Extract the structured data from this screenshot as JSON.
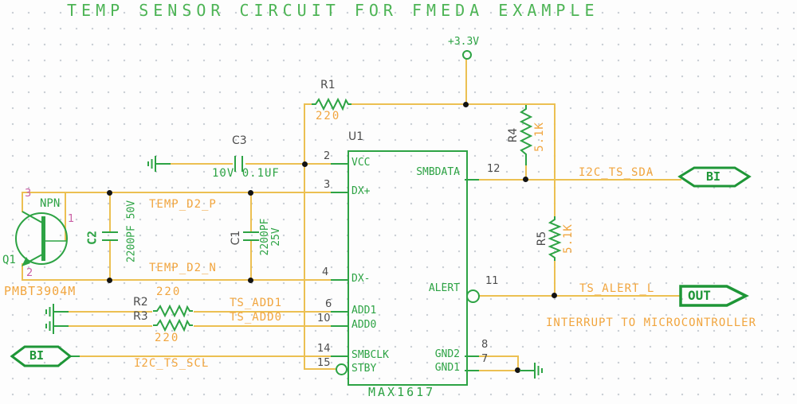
{
  "title": "TEMP SENSOR CIRCUIT FOR FMEDA EXAMPLE",
  "note": "INTERRUPT TO MICROCONTROLLER",
  "power": {
    "net": "+3.3V"
  },
  "colors": {
    "component_green": "#2da344",
    "title_green": "#4db455",
    "wire_gold": "#ecc052",
    "net_label_orange": "#f1a53e",
    "pin_number_magenta": "#c95fa5",
    "ref_gray": "#4c4c4c",
    "junction_black": "#131313"
  },
  "transistor": {
    "ref": "Q1",
    "type": "NPN",
    "part": "PMBT3904M",
    "pins": {
      "collector": "3",
      "base": "1",
      "emitter": "2"
    }
  },
  "capacitors": [
    {
      "ref": "C3",
      "value": "10V 0.1UF"
    },
    {
      "ref": "C2",
      "value": "2200PF 50V"
    },
    {
      "ref": "C1",
      "value": "2200PF",
      "value2": "25V"
    }
  ],
  "resistors": [
    {
      "ref": "R1",
      "value": "220"
    },
    {
      "ref": "R2",
      "value": "220"
    },
    {
      "ref": "R3",
      "value": "220"
    },
    {
      "ref": "R4",
      "value": "5.1K"
    },
    {
      "ref": "R5",
      "value": "5.1K"
    }
  ],
  "ic": {
    "ref": "U1",
    "part": "MAX1617",
    "left_pins": [
      {
        "num": "2",
        "name": "VCC"
      },
      {
        "num": "3",
        "name": "DX+"
      },
      {
        "num": "4",
        "name": "DX-"
      },
      {
        "num": "6",
        "name": "ADD1"
      },
      {
        "num": "10",
        "name": "ADD0"
      },
      {
        "num": "14",
        "name": "SMBCLK"
      },
      {
        "num": "15",
        "name": "STBY"
      }
    ],
    "right_pins": [
      {
        "num": "12",
        "name": "SMBDATA"
      },
      {
        "num": "11",
        "name": "ALERT"
      },
      {
        "num": "8",
        "name": "GND2"
      },
      {
        "num": "7",
        "name": "GND1"
      }
    ]
  },
  "nets": {
    "temp_d2_p": "TEMP_D2_P",
    "temp_d2_n": "TEMP_D2_N",
    "ts_add1": "TS_ADD1",
    "ts_add0": "TS_ADD0",
    "i2c_ts_sda": "I2C_TS_SDA",
    "ts_alert_l": "TS_ALERT_L",
    "i2c_ts_scl": "I2C_TS_SCL"
  },
  "ports": {
    "scl_left": "BI",
    "sda_right": "BI",
    "alert_out": "OUT"
  }
}
